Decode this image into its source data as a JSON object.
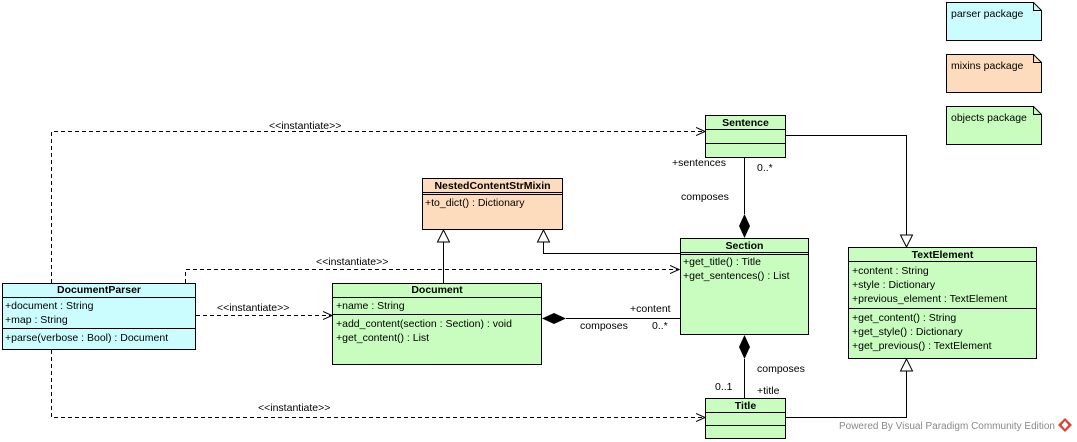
{
  "colors": {
    "parser": "#ccfdfe",
    "mixins": "#fddcbd",
    "objects": "#c9fdc0"
  },
  "notes": {
    "parser": "parser package",
    "mixins": "mixins package",
    "objects": "objects package"
  },
  "classes": {
    "sentence": {
      "name": "Sentence",
      "attributes": [],
      "operations": []
    },
    "mixin": {
      "name": "NestedContentStrMixin",
      "attributes": [],
      "operations": [
        "+to_dict() : Dictionary"
      ]
    },
    "section": {
      "name": "Section",
      "attributes": [],
      "operations": [
        "+get_title() : Title",
        "+get_sentences() : List"
      ]
    },
    "textelement": {
      "name": "TextElement",
      "attributes": [
        "+content : String",
        "+style : Dictionary",
        "+previous_element : TextElement"
      ],
      "operations": [
        "+get_content() : String",
        "+get_style() : Dictionary",
        "+get_previous() : TextElement"
      ]
    },
    "parser": {
      "name": "DocumentParser",
      "attributes": [
        "+document : String",
        "+map : String"
      ],
      "operations": [
        "+parse(verbose : Bool) : Document"
      ]
    },
    "document": {
      "name": "Document",
      "attributes": [
        "+name : String"
      ],
      "operations": [
        "+add_content(section : Section) : void",
        "+get_content() : List"
      ]
    },
    "title": {
      "name": "Title",
      "attributes": [],
      "operations": []
    }
  },
  "labels": {
    "instantiate_sentence": "<<instantiate>>",
    "instantiate_section": "<<instantiate>>",
    "instantiate_document": "<<instantiate>>",
    "instantiate_title": "<<instantiate>>",
    "sentences_role": "+sentences",
    "sentences_mult": "0..*",
    "composes_sentences": "composes",
    "content_role": "+content",
    "content_mult": "0..*",
    "composes_content": "composes",
    "composes_title": "composes",
    "title_mult": "0..1",
    "title_role": "+title"
  },
  "watermark": "Powered By Visual Paradigm Community Edition"
}
